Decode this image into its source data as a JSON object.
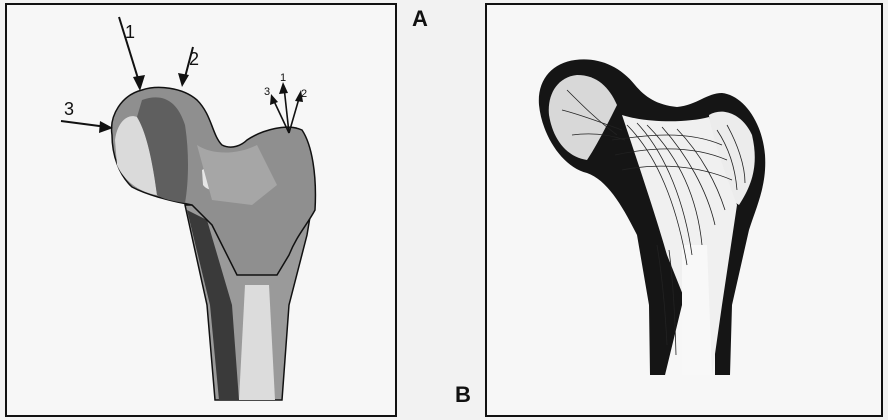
{
  "panel_a": {
    "letter": "A",
    "load_labels": [
      "1",
      "2",
      "3"
    ],
    "muscle_labels": [
      "3",
      "1",
      "2"
    ]
  },
  "panel_b": {
    "letter": "B"
  },
  "colors": {
    "ink": "#111111",
    "bone_light": "#d9d9d9",
    "bone_mid": "#8f8f8f",
    "bone_dark": "#3a3a3a",
    "paper": "#f7f7f7"
  }
}
